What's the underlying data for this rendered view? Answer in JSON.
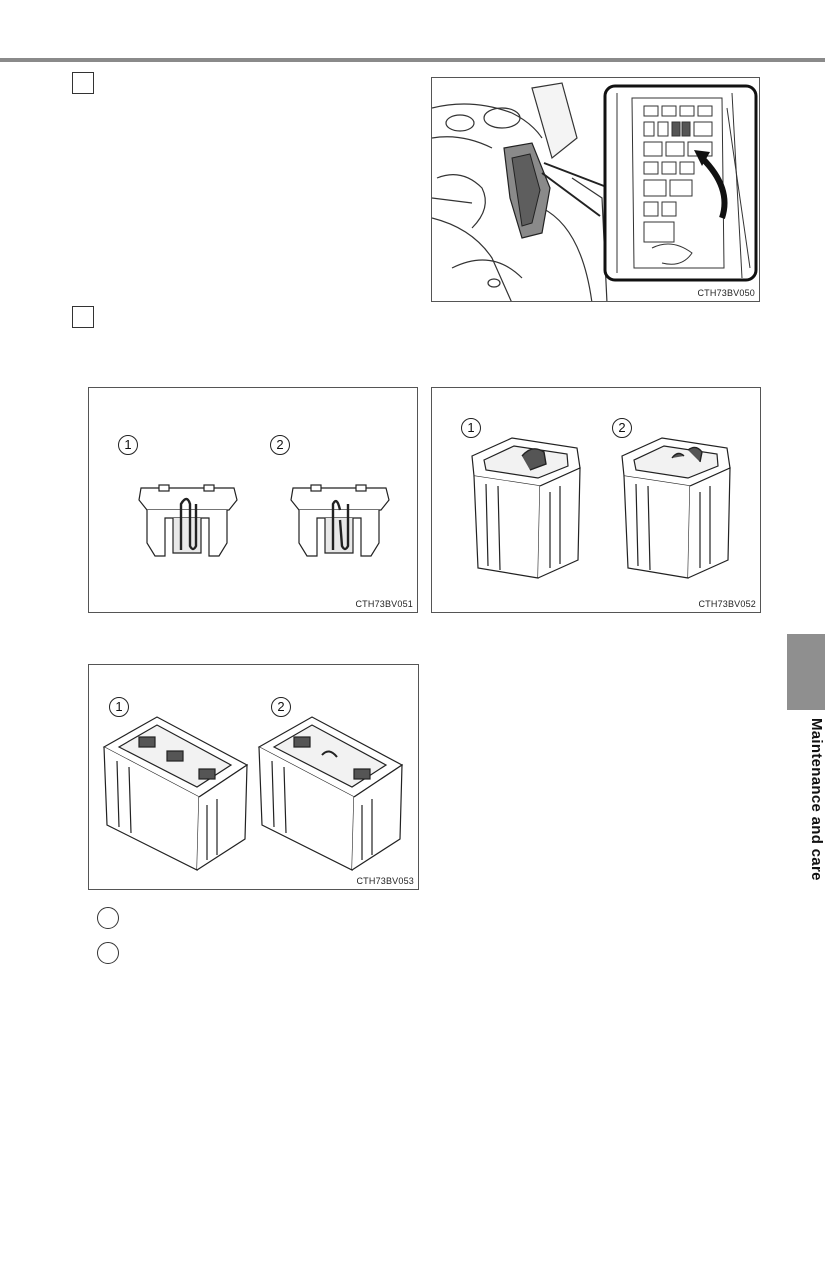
{
  "section": {
    "side_tab_label": "Maintenance and care"
  },
  "figures": {
    "engine_compartment": {
      "code": "CTH73BV050"
    },
    "fuse_type_a": {
      "code": "CTH73BV051",
      "labels": [
        "1",
        "2"
      ]
    },
    "fuse_type_b": {
      "code": "CTH73BV052",
      "labels": [
        "1",
        "2"
      ]
    },
    "fuse_type_c": {
      "code": "CTH73BV053",
      "labels": [
        "1",
        "2"
      ]
    }
  },
  "colors": {
    "rule": "#8a8a8a",
    "side_tab": "#8f8f8f",
    "outline": "#555555"
  }
}
